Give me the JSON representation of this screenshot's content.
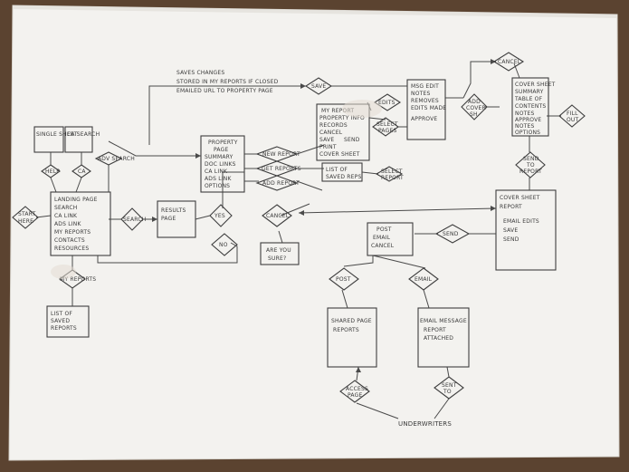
{
  "colors": {
    "paper": "#f3f2ef",
    "ink": "#3e3e3e",
    "table": "#5b4330"
  },
  "nodes": {
    "single_sheet": "SINGLE SHEET",
    "ca_search": "CA SEARCH",
    "help": "HELP",
    "ca": "CA",
    "adv_search": "ADV SEARCH",
    "landing": [
      "LANDING PAGE",
      "SEARCH",
      "CA LINK",
      "ADS LINK",
      "MY REPORTS",
      "CONTACTS",
      "RESOURCES"
    ],
    "start_here": [
      "START",
      "HERE"
    ],
    "search": "SEARCH",
    "results": [
      "RESULTS",
      "PAGE"
    ],
    "yes": "YES",
    "no": "NO",
    "my_reports": "MY REPORTS",
    "list_saved": [
      "LIST OF",
      "SAVED",
      "REPORTS"
    ],
    "property_page": [
      "PROPERTY",
      "PAGE",
      "SUMMARY",
      "DOC LINKS",
      "CA LINK",
      "ADS LINK",
      "OPTIONS"
    ],
    "new_report": "NEW REPORT",
    "get_reports": "GET REPORTS",
    "add_report": "ADD REPORT",
    "cancel_mid": "CANCEL",
    "are_you_sure": [
      "ARE YOU",
      "SURE?"
    ],
    "save": "SAVE",
    "saves_changes": "SAVES CHANGES",
    "stored_in": "STORED IN MY REPORTS IF CLOSED",
    "emailed_url": "EMAILED URL TO PROPERTY PAGE",
    "my_report": [
      "MY REPORT",
      "PROPERTY INFO",
      "RECORDS",
      "CANCEL",
      "SAVE",
      "SEND",
      "PRINT",
      "COVER SHEET"
    ],
    "list_of_saved_rep": [
      "LIST OF",
      "SAVED REPS"
    ],
    "select_report": [
      "SELECT",
      "REPORT"
    ],
    "edits": "EDITS",
    "select_pages": [
      "SELECT",
      "PAGES"
    ],
    "msg_edit": [
      "MSG EDIT",
      "NOTES",
      "REMOVES",
      "EDITS MADE",
      "APPROVE"
    ],
    "add_cover": [
      "ADD",
      "COVER",
      "SH"
    ],
    "cancel_top": "CANCEL",
    "cover_sheet": [
      "COVER SHEET",
      "SUMMARY",
      "TABLE OF",
      "CONTENTS",
      "NOTES",
      "APPROVE",
      "NOTES",
      "OPTIONS"
    ],
    "fill_out": [
      "FILL",
      "OUT"
    ],
    "send_to_report": [
      "SEND",
      "TO",
      "REPORT"
    ],
    "cover_sheet_report": [
      "COVER SHEET",
      "REPORT",
      "EMAIL EDITS",
      "SAVE",
      "SEND"
    ],
    "send": "SEND",
    "post_email": [
      "POST",
      "EMAIL",
      "CANCEL"
    ],
    "post": "POST",
    "email": "EMAIL",
    "shared_page": [
      "SHARED PAGE",
      "REPORTS"
    ],
    "email_message": [
      "EMAIL MESSAGE",
      "REPORT",
      "ATTACHED"
    ],
    "access_page": [
      "ACCESS",
      "PAGE"
    ],
    "sent_to": [
      "SENT",
      "TO"
    ],
    "underwriters": "UNDERWRITERS"
  }
}
